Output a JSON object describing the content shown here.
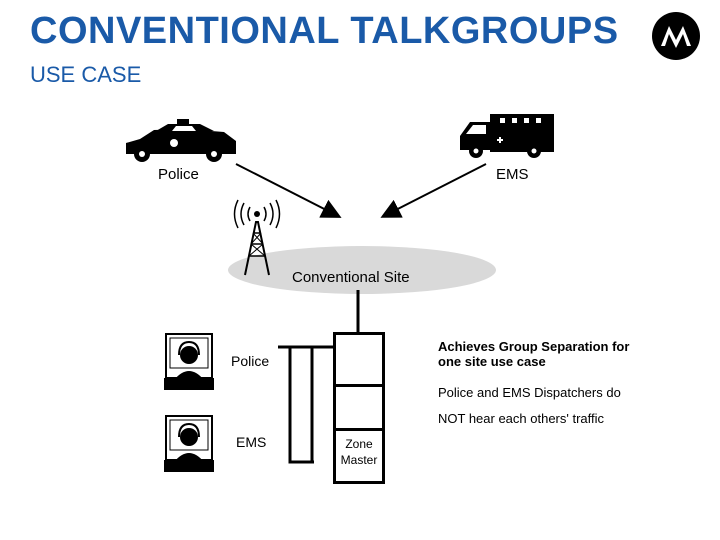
{
  "header": {
    "title": "CONVENTIONAL TALKGROUPS",
    "subtitle": "USE CASE"
  },
  "vehicles": {
    "police_label": "Police",
    "ems_label": "EMS"
  },
  "site": {
    "label": "Conventional Site"
  },
  "dispatch": {
    "police_label": "Police",
    "ems_label": "EMS",
    "zone_master_line1": "Zone",
    "zone_master_line2": "Master"
  },
  "notes": {
    "separation_line1": "Achieves Group Separation for",
    "separation_line2": "one site use case",
    "traffic_line1": "Police and EMS Dispatchers do",
    "traffic_line2": "NOT hear each others' traffic"
  },
  "colors": {
    "title": "#1a5aa8",
    "site_ellipse": "#d9d9d9",
    "ink": "#000000"
  },
  "icons": [
    "motorola-logo-icon",
    "police-car-icon",
    "ambulance-icon",
    "radio-tower-icon",
    "dispatcher-icon"
  ]
}
